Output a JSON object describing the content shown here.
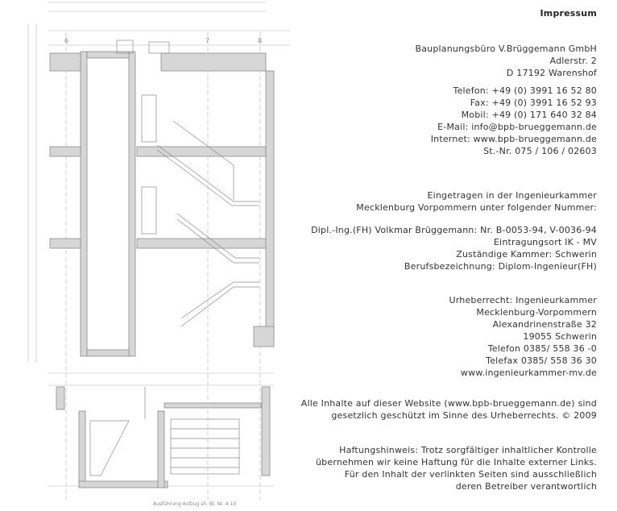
{
  "title": "Impressum",
  "company": [
    "Bauplanungsbüro V.Brüggemann GmbH",
    "Adlerstr. 2",
    "D 17192 Warenshof"
  ],
  "contact": [
    "Telefon: +49 (0) 3991 16 52 80",
    "Fax: +49 (0) 3991 16 52 93",
    "Mobil: +49 (0) 171 640 32 84",
    "E-Mail: info@bpb-brueggemann.de",
    "Internet: www.bpb-brueggemann.de",
    "St.-Nr.  075 / 106 / 02603"
  ],
  "registration_intro": [
    "Eingetragen in der Ingenieurkammer",
    "Mecklenburg Vorpommern unter folgender Nummer:"
  ],
  "registration_details": [
    "Dipl.-Ing.(FH) Volkmar Brüggemann: Nr. B-0053-94, V-0036-94",
    "Eintragungsort IK - MV",
    "Zuständige Kammer: Schwerin",
    "Berufsbezeichnung: Diplom-Ingenieur(FH)"
  ],
  "copyright_holder": [
    "Urheberrecht: Ingenieurkammer",
    "Mecklenburg-Vorpommern",
    "Alexandrinenstraße 32",
    "19055 Schwerin",
    "Telefon 0385/ 558 36 -0",
    "Telefax 0385/ 558 36 30",
    "www.ingenieurkammer-mv.de"
  ],
  "copyright_notice": [
    "Alle Inhalte auf dieser Website (www.bpb-brueggemann.de) sind",
    "gesetzlich geschützt im Sinne des Urheberrechts. © 2009"
  ],
  "disclaimer": [
    "Haftungshinweis: Trotz sorgfältiger inhaltlicher Kontrolle",
    "übernehmen wir keine Haftung für die Inhalte externer Links.",
    "Für den Inhalt der verlinkten Seiten sind ausschließlich",
    "deren Betreiber verantwortlich"
  ],
  "drawing": {
    "axis_labels": [
      "6",
      "7",
      "8"
    ],
    "caption": "Ausführung Aufzug sh. Bl. Nr. A 10"
  },
  "colors": {
    "text": "#333333",
    "drawing_line": "#9a9a9a",
    "wall_fill": "#d6d6d6"
  }
}
